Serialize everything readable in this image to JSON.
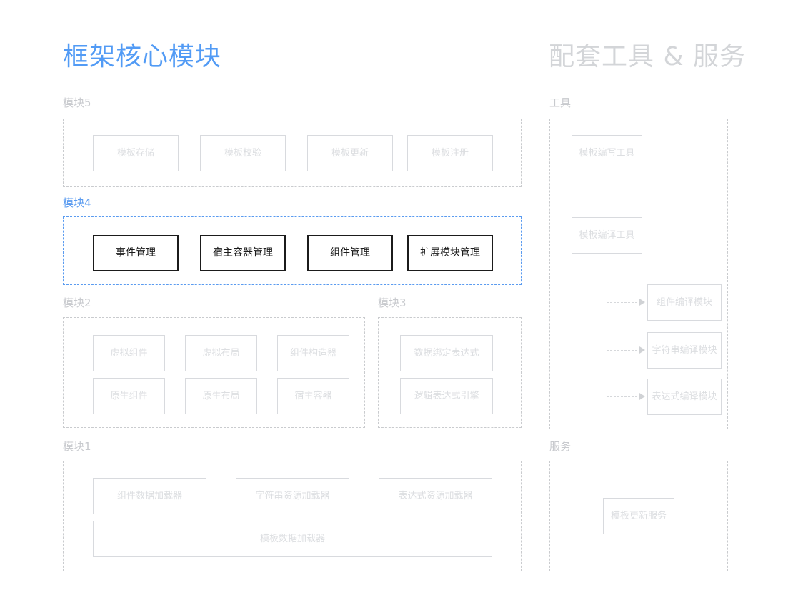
{
  "headers": {
    "left_title": "框架核心模块",
    "right_title": "配套工具 & 服务",
    "left_title_color": "#529bf5",
    "right_title_color": "#d3d5d8"
  },
  "left_panel": {
    "sections": [
      {
        "label": "模块5",
        "highlighted": false,
        "nodes": [
          "模板存储",
          "模板校验",
          "模板更新",
          "模板注册"
        ]
      },
      {
        "label": "模块4",
        "highlighted": true,
        "accent_color": "#5a9bf0",
        "nodes": [
          "事件管理",
          "宿主容器管理",
          "组件管理",
          "扩展模块管理"
        ]
      },
      {
        "label": "模块2",
        "highlighted": false,
        "nodes": [
          "虚拟组件",
          "虚拟布局",
          "组件构造器",
          "原生组件",
          "原生布局",
          "宿主容器"
        ]
      },
      {
        "label": "模块3",
        "highlighted": false,
        "nodes": [
          "数据绑定表达式",
          "逻辑表达式引擎"
        ]
      },
      {
        "label": "模块1",
        "highlighted": false,
        "nodes": [
          "组件数据加载器",
          "字符串资源加载器",
          "表达式资源加载器",
          "模板数据加载器"
        ]
      }
    ]
  },
  "right_panel": {
    "sections": [
      {
        "label": "工具",
        "nodes": [
          "模板编写工具",
          "模板编译工具",
          "组件编译模块",
          "字符串编译模块",
          "表达式编译模块"
        ]
      },
      {
        "label": "服务",
        "nodes": [
          "模板更新服务"
        ]
      }
    ]
  },
  "colors": {
    "node_border": "#d8dade",
    "node_text": "#dcdee1",
    "group_border": "#c9cbce",
    "accent": "#5a9bf0",
    "accent_node_border": "#1b1b1b",
    "accent_node_text": "#1b1b1b",
    "connector": "#d6d8db"
  }
}
